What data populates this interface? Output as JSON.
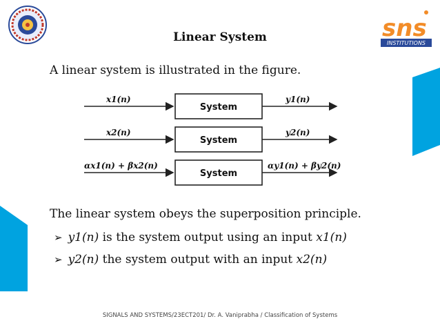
{
  "header": {
    "title": "Linear System"
  },
  "intro": "A linear system is illustrated in the figure.",
  "diagram": {
    "block_label": "System",
    "rows": [
      {
        "input": "x1(n)",
        "output": "y1(n)"
      },
      {
        "input": "x2(n)",
        "output": "y2(n)"
      },
      {
        "input": "αx1(n) + βx2(n)",
        "output": "αy1(n) + βy2(n)"
      }
    ]
  },
  "principle": "The linear system obeys the superposition principle.",
  "bullets": [
    {
      "lead": "y1(n)",
      "text": " is the system output using an input ",
      "tail": "x1(n)"
    },
    {
      "lead": "y2(n)",
      "text": " the system output with an input ",
      "tail": "x2(n)"
    }
  ],
  "footer": "SIGNALS AND SYSTEMS/23ECT201/ Dr. A. Vaniprabha / Classification of Systems",
  "logos": {
    "right": "sns",
    "right_sub": "INSTITUTIONS"
  },
  "colors": {
    "accent": "#00a3e0",
    "logo_orange": "#f28c28",
    "logo_seal": "#2a4a9a"
  },
  "icons": {
    "bullet": "arrowhead-bullet-icon"
  }
}
